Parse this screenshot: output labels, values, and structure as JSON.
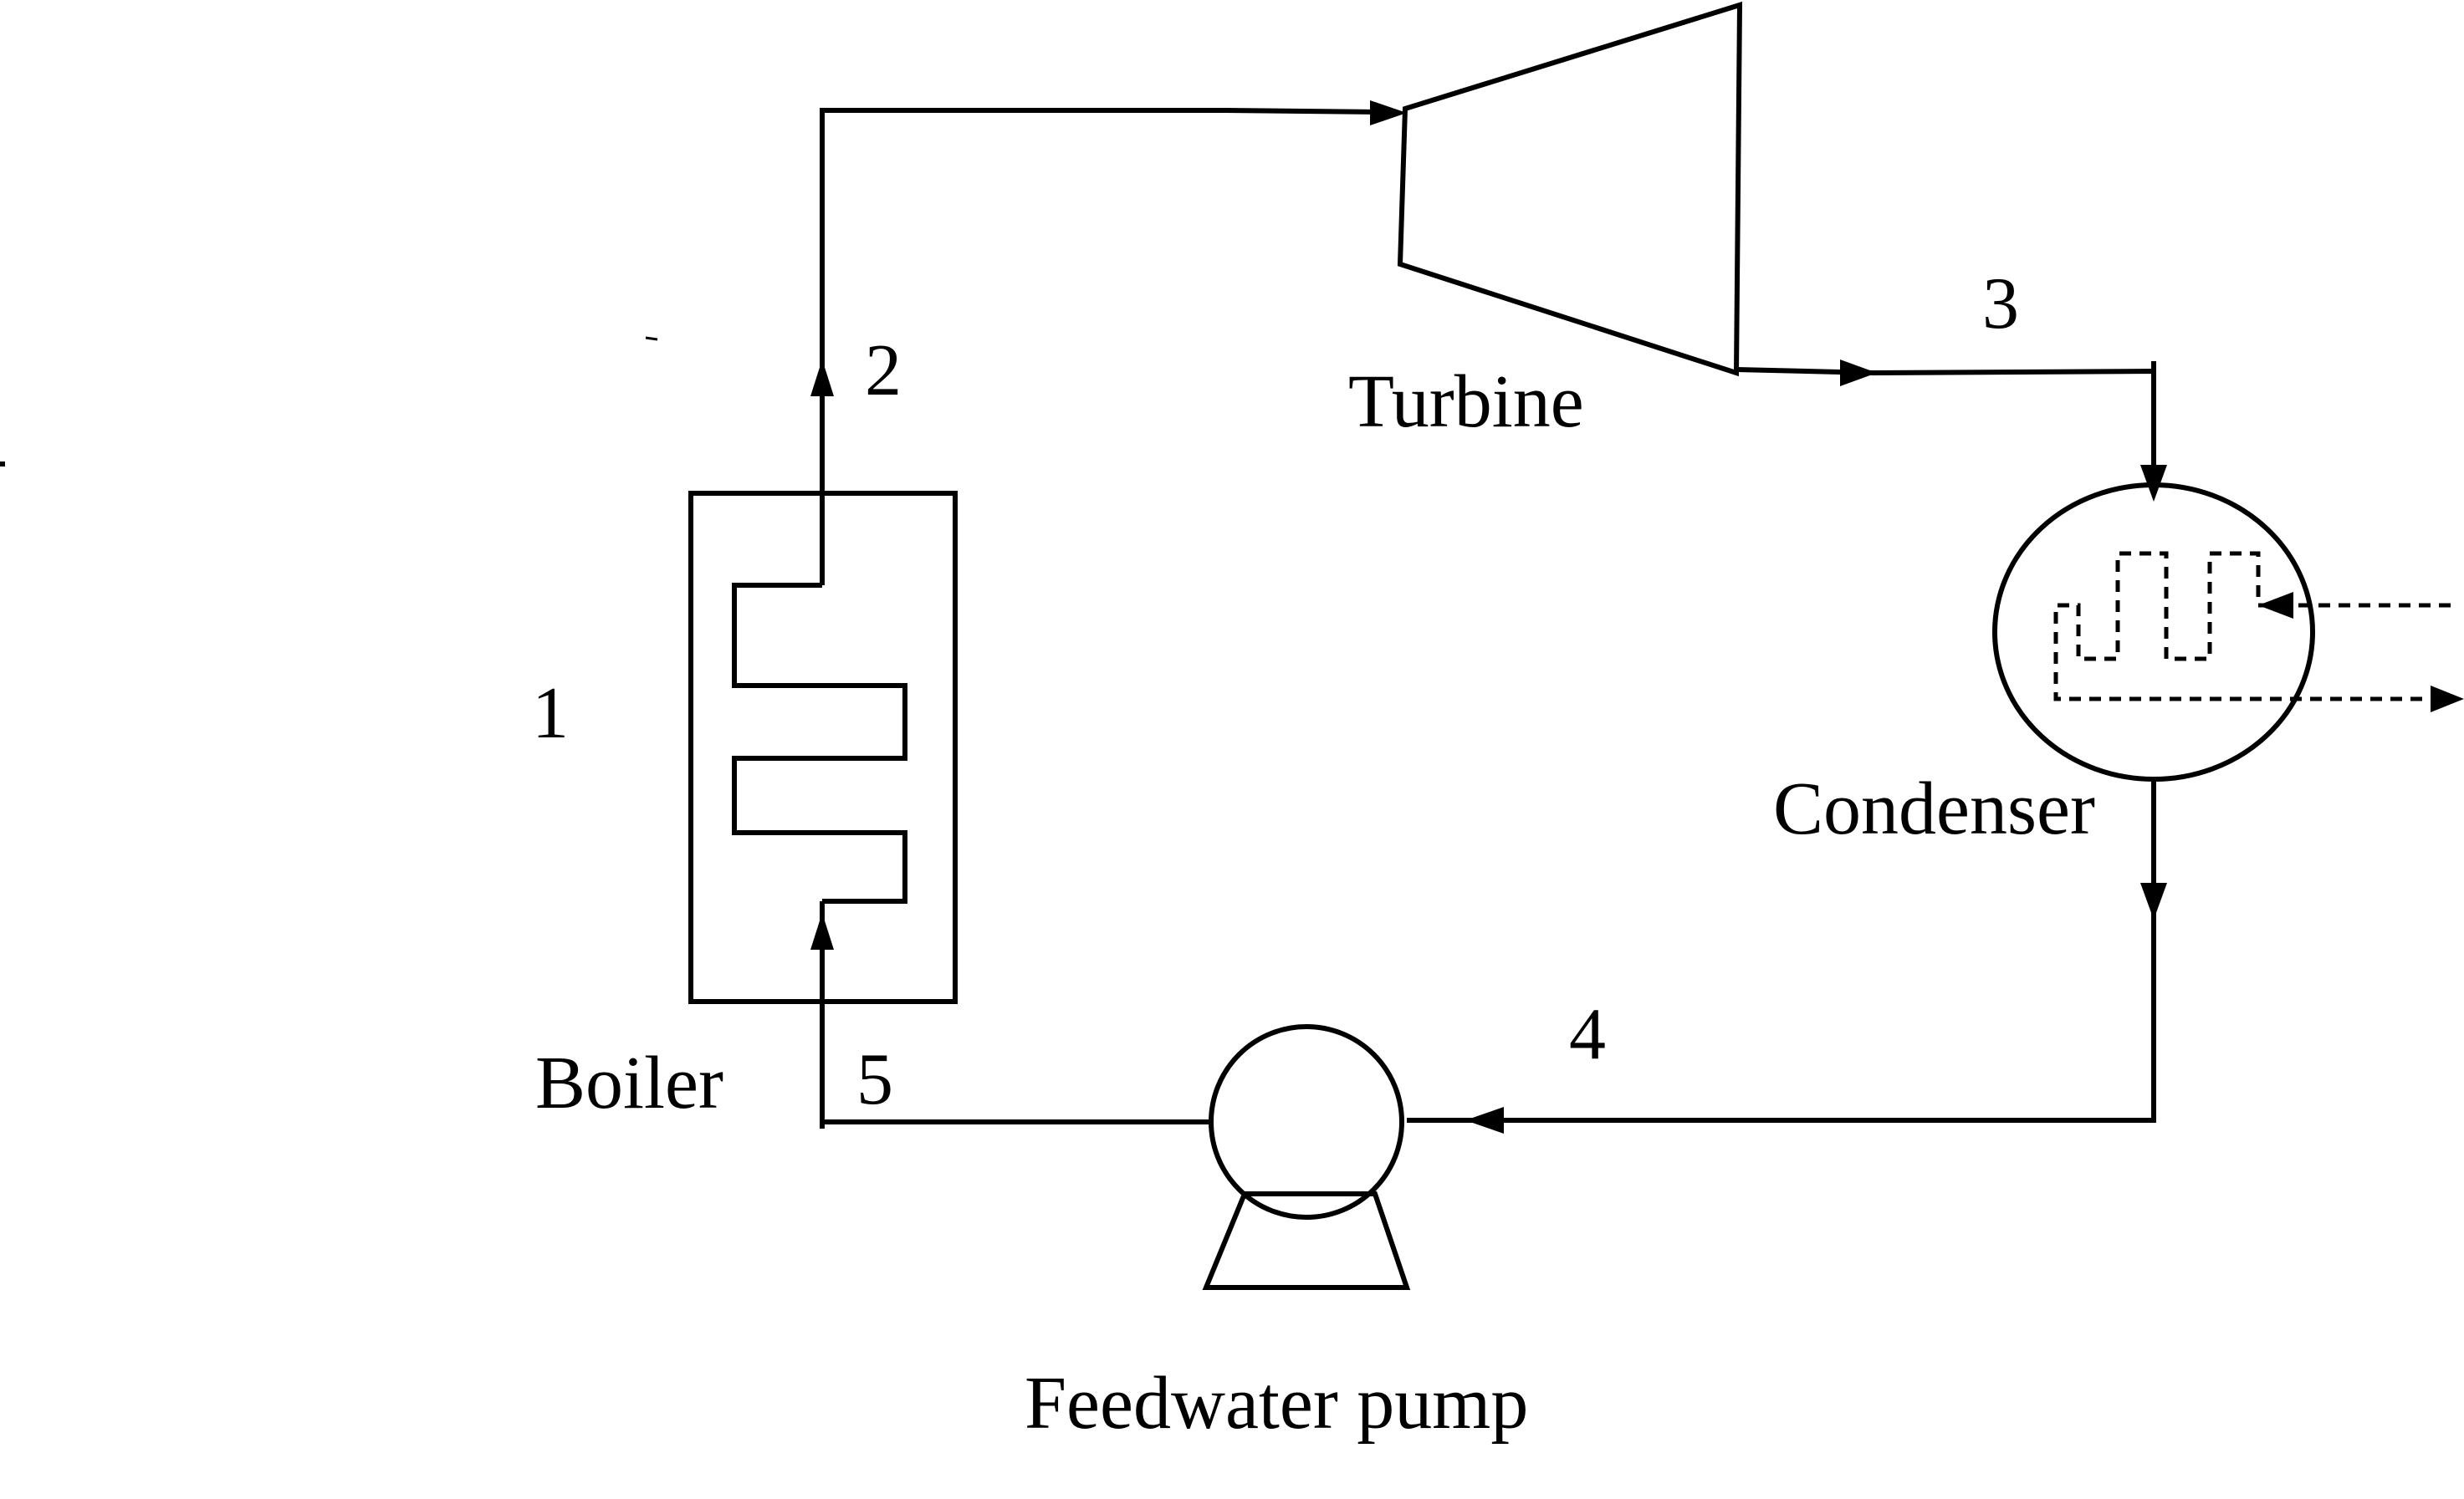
{
  "components": {
    "turbine": "Turbine",
    "condenser": "Condenser",
    "boiler": "Boiler",
    "pump": "Feedwater pump"
  },
  "state_points": {
    "p1": "1",
    "p2": "2",
    "p3": "3",
    "p4": "4",
    "p5": "5"
  },
  "colors": {
    "stroke": "#000000",
    "background": "#ffffff"
  }
}
